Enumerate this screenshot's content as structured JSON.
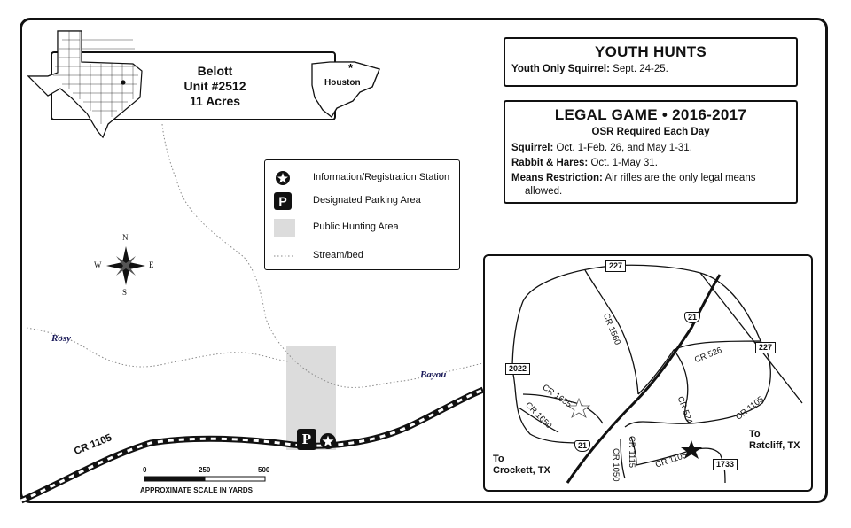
{
  "title": {
    "line1": "Belott",
    "line2": "Unit #2512",
    "line3": "11 Acres",
    "locator_city": "Houston"
  },
  "youth_hunts": {
    "heading": "YOUTH HUNTS",
    "label": "Youth Only Squirrel:",
    "value": " Sept. 24-25."
  },
  "legal_game": {
    "heading": "LEGAL GAME • 2016-2017",
    "subheading": "OSR Required Each Day",
    "squirrel_label": "Squirrel:",
    "squirrel_value": " Oct. 1-Feb. 26, and May 1-31.",
    "rabbit_label": "Rabbit & Hares:",
    "rabbit_value": " Oct. 1-May 31.",
    "means_label": "Means Restriction:",
    "means_value": " Air rifles are the only legal means",
    "means_value2": "allowed."
  },
  "legend": {
    "info_station": "Information/Registration Station",
    "parking": "Designated Parking Area",
    "parking_symbol": "P",
    "public_area": "Public Hunting Area",
    "stream": "Stream/bed"
  },
  "compass": {
    "n": "N",
    "s": "S",
    "e": "E",
    "w": "W"
  },
  "map_labels": {
    "rosy": "Rosy",
    "bayou": "Bayou",
    "cr1105": "CR 1105",
    "parking_symbol": "P"
  },
  "scale": {
    "t0": "0",
    "t1": "250",
    "t2": "500",
    "caption": "APPROXIMATE SCALE IN YARDS"
  },
  "inset": {
    "r227a": "227",
    "r227b": "227",
    "r2022": "2022",
    "i21a": "21",
    "i21b": "21",
    "r1733": "1733",
    "cr1560": "CR 1560",
    "cr526": "CR 526",
    "cr1655": "CR 1655",
    "cr1650": "CR 1650",
    "cr524": "CR 524",
    "cr1105a": "CR 1105",
    "cr1105b": "CR 1105",
    "cr1115": "CR 1115",
    "cr1050": "CR 1050",
    "to_crockett_1": "To",
    "to_crockett_2": "Crockett, TX",
    "to_ratcliff_1": "To",
    "to_ratcliff_2": "Ratcliff, TX"
  },
  "colors": {
    "hunting_area": "#dcdcdc",
    "stream": "#888888",
    "text_blue": "#1a1a5a"
  }
}
